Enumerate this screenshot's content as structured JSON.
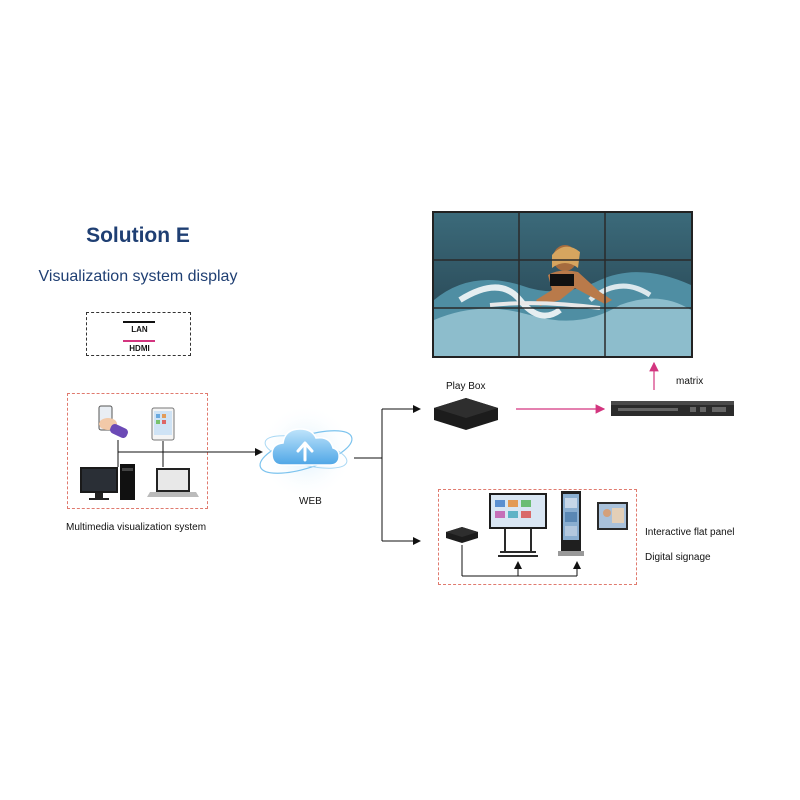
{
  "title": "Solution E",
  "subtitle": "Visualization system display",
  "legend": {
    "lan": "LAN",
    "hdmi": "HDMI"
  },
  "labels": {
    "multimedia": "Multimedia visualization system",
    "web": "WEB",
    "play_box": "Play Box",
    "matrix": "matrix",
    "interactive": "Interactive flat panel",
    "signage": "Digital signage"
  },
  "colors": {
    "title": "#1f3f73",
    "hdmi": "#d3357f",
    "lan": "#111111",
    "dash": "#e07a6e"
  }
}
